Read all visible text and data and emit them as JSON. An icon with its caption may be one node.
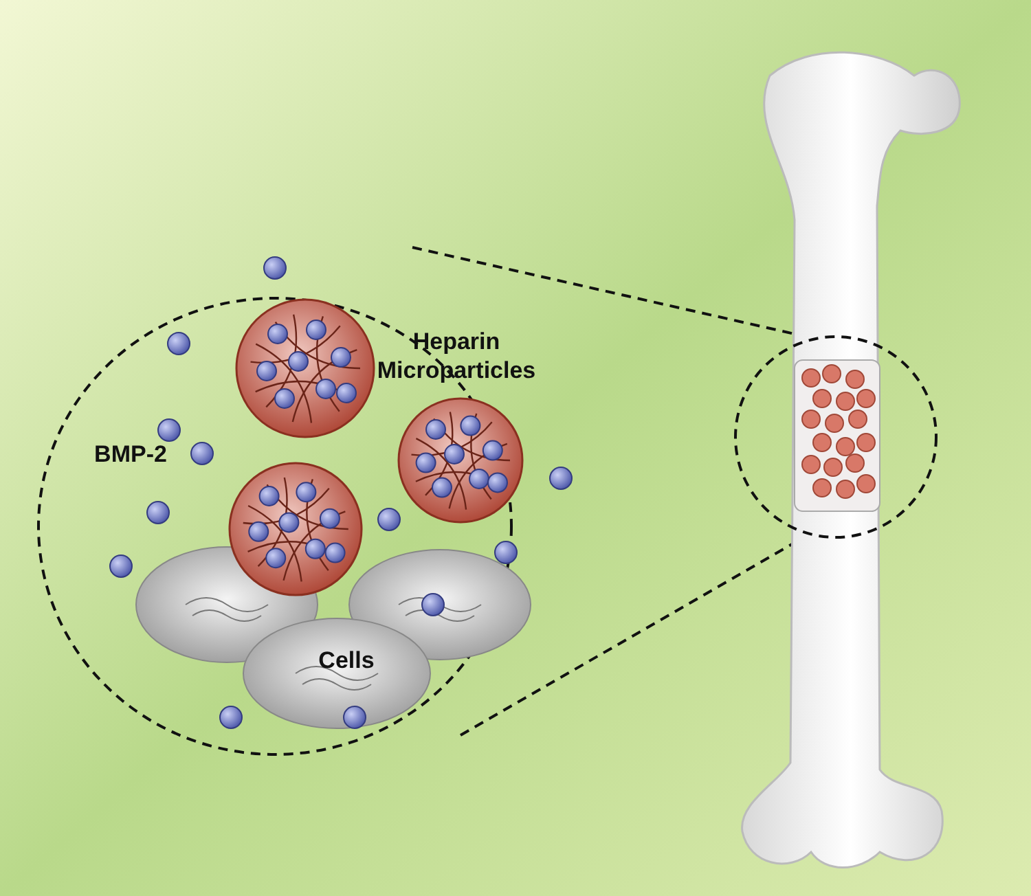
{
  "diagram": {
    "labels": [
      "Heparin Microparticles",
      "BMP-2",
      "Cells"
    ]
  }
}
